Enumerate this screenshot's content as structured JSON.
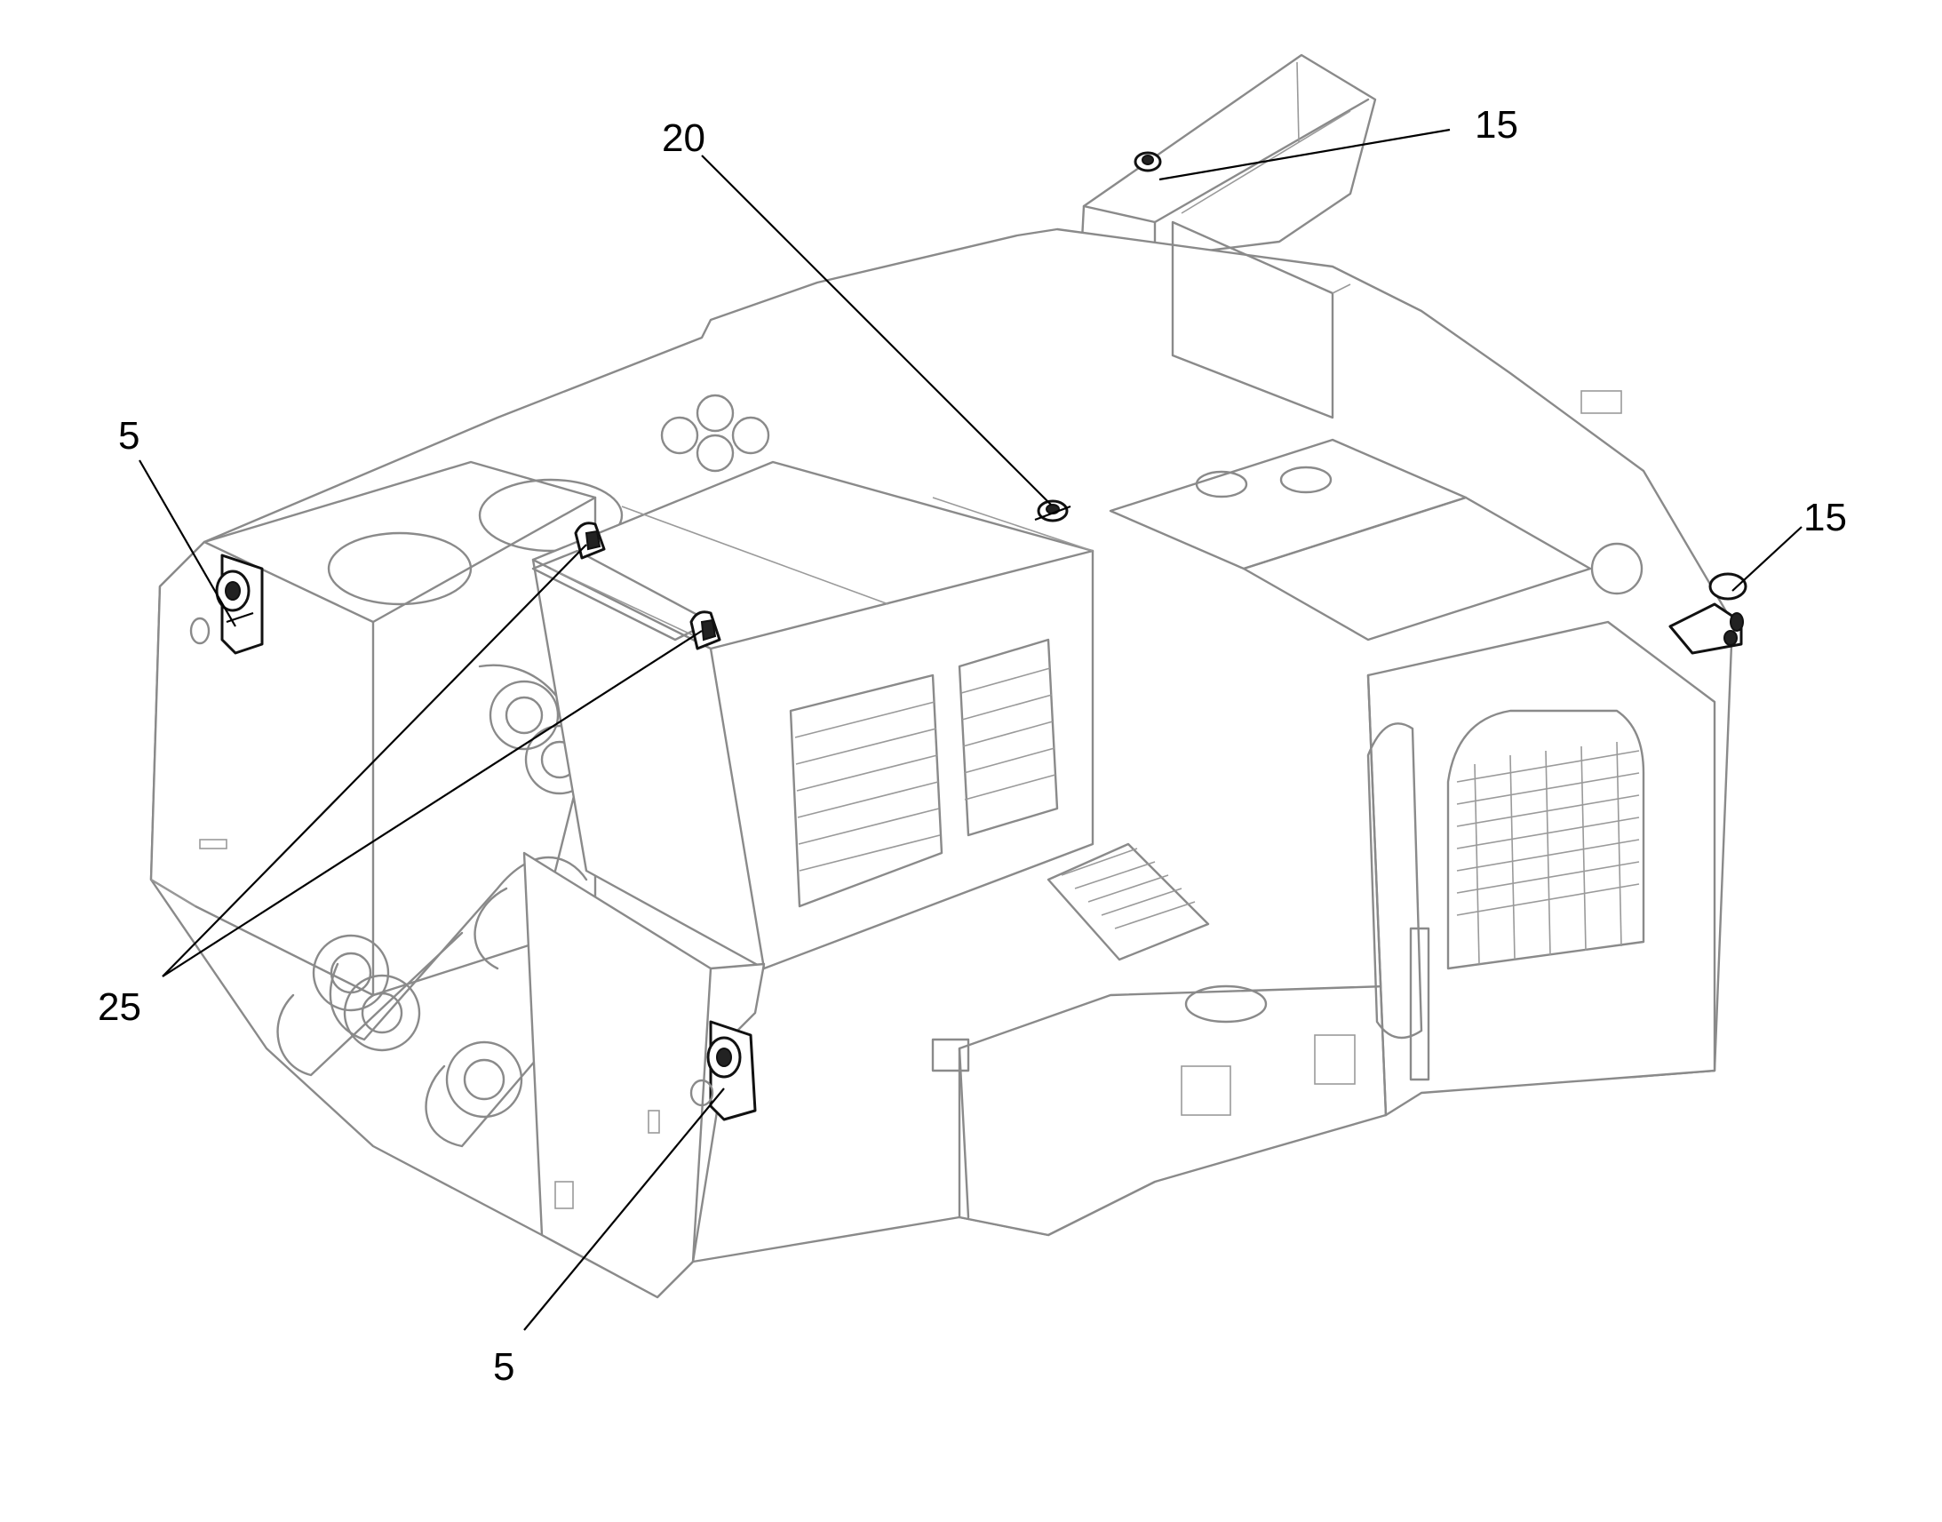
{
  "figure": {
    "callouts": [
      {
        "id": "callout-15-top",
        "label": "15",
        "target": "light-bracket-rear-top"
      },
      {
        "id": "callout-20",
        "label": "20",
        "target": "rail-sensor-top"
      },
      {
        "id": "callout-5-left",
        "label": "5",
        "target": "work-light-left"
      },
      {
        "id": "callout-15-right",
        "label": "15",
        "target": "light-bracket-right"
      },
      {
        "id": "callout-25",
        "label": "25",
        "target": "mirror-lights-center"
      },
      {
        "id": "callout-5-bottom",
        "label": "5",
        "target": "work-light-bottom"
      }
    ]
  }
}
